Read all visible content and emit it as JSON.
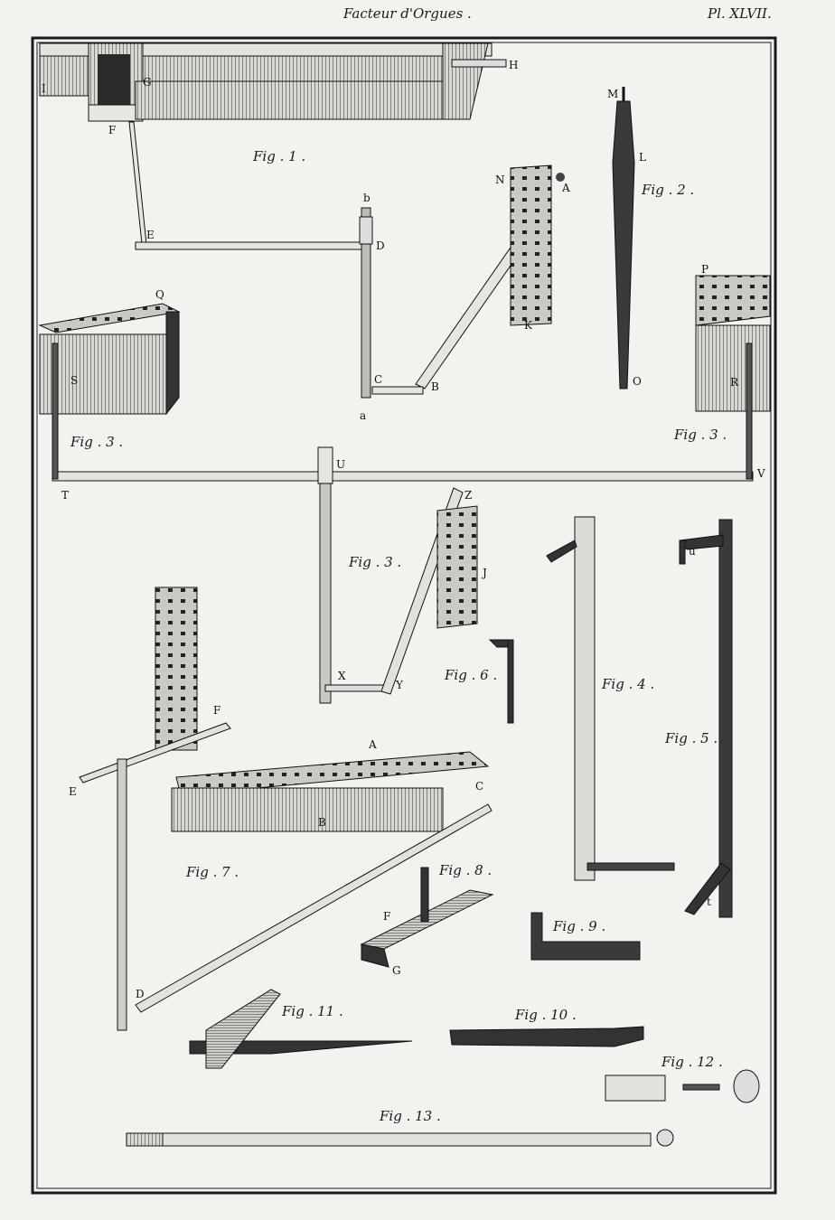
{
  "header": {
    "title": "Facteur d'Orgues .",
    "plate": "Pl. XLVII."
  },
  "figures": [
    {
      "id": "fig1",
      "label": "Fig . 1 ."
    },
    {
      "id": "fig2",
      "label": "Fig . 2 ."
    },
    {
      "id": "fig3a",
      "label": "Fig . 3 ."
    },
    {
      "id": "fig3b",
      "label": "Fig . 3 ."
    },
    {
      "id": "fig3c",
      "label": "Fig . 3 ."
    },
    {
      "id": "fig4",
      "label": "Fig . 4 ."
    },
    {
      "id": "fig5",
      "label": "Fig . 5 ."
    },
    {
      "id": "fig6",
      "label": "Fig . 6 ."
    },
    {
      "id": "fig7",
      "label": "Fig . 7 ."
    },
    {
      "id": "fig8",
      "label": "Fig . 8 ."
    },
    {
      "id": "fig9",
      "label": "Fig . 9 ."
    },
    {
      "id": "fig10",
      "label": "Fig . 10 ."
    },
    {
      "id": "fig11",
      "label": "Fig . 11 ."
    },
    {
      "id": "fig12",
      "label": "Fig . 12 ."
    },
    {
      "id": "fig13",
      "label": "Fig . 13 ."
    }
  ],
  "letters": {
    "I": "I",
    "G": "G",
    "H": "H",
    "F": "F",
    "E": "E",
    "b": "b",
    "D": "D",
    "N": "N",
    "A": "A",
    "M": "M",
    "L": "L",
    "K": "K",
    "P": "P",
    "Q": "Q",
    "S": "S",
    "R": "R",
    "C": "C",
    "B": "B",
    "a": "a",
    "O": "O",
    "T": "T",
    "U": "U",
    "V": "V",
    "Z": "Z",
    "J": "J",
    "X": "X",
    "Y": "Y",
    "u": "u",
    "t": "t",
    "F7": "F",
    "E7": "E",
    "A7": "A",
    "C7": "C",
    "B7": "B",
    "D7": "D",
    "F8": "F",
    "G8": "G"
  },
  "colors": {
    "paper": "#f2f2ef",
    "ink": "#1a1a1a",
    "hatch": "#555555",
    "light_wood": "#d8d8d2",
    "dark_wood": "#2a2a2a"
  }
}
